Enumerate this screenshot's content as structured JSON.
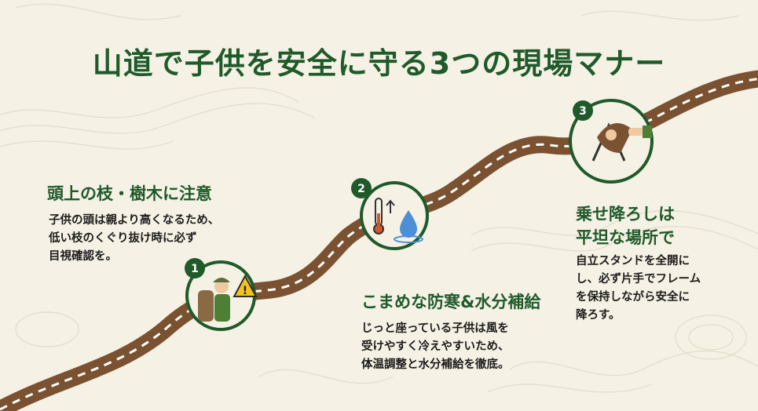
{
  "title": "山道で子供を安全に守る3つの現場マナー",
  "colors": {
    "accent": "#1f5a2b",
    "path": "#7a5232",
    "background": "#f5f1e4"
  },
  "steps": [
    {
      "number": "1",
      "icon": "hiker-with-child-carrier-and-warning-icon",
      "heading_lines": [
        "頭上の枝・樹木に注意"
      ],
      "body_lines": [
        "子供の頭は親より高くなるため、",
        "低い枝のくぐり抜け時に必ず",
        "目視確認を。"
      ]
    },
    {
      "number": "2",
      "icon": "thermometer-and-water-drop-icon",
      "heading_lines": [
        "こまめな防寒&水分補給"
      ],
      "body_lines": [
        "じっと座っている子供は風を",
        "受けやすく冷えやすいため、",
        "体温調整と水分補給を徹底。"
      ]
    },
    {
      "number": "3",
      "icon": "child-carrier-stand-icon",
      "heading_lines": [
        "乗せ降ろしは",
        "平坦な場所で"
      ],
      "body_lines": [
        "自立スタンドを全開に",
        "し、必ず片手でフレーム",
        "を保持しながら安全に",
        "降ろす。"
      ]
    }
  ]
}
